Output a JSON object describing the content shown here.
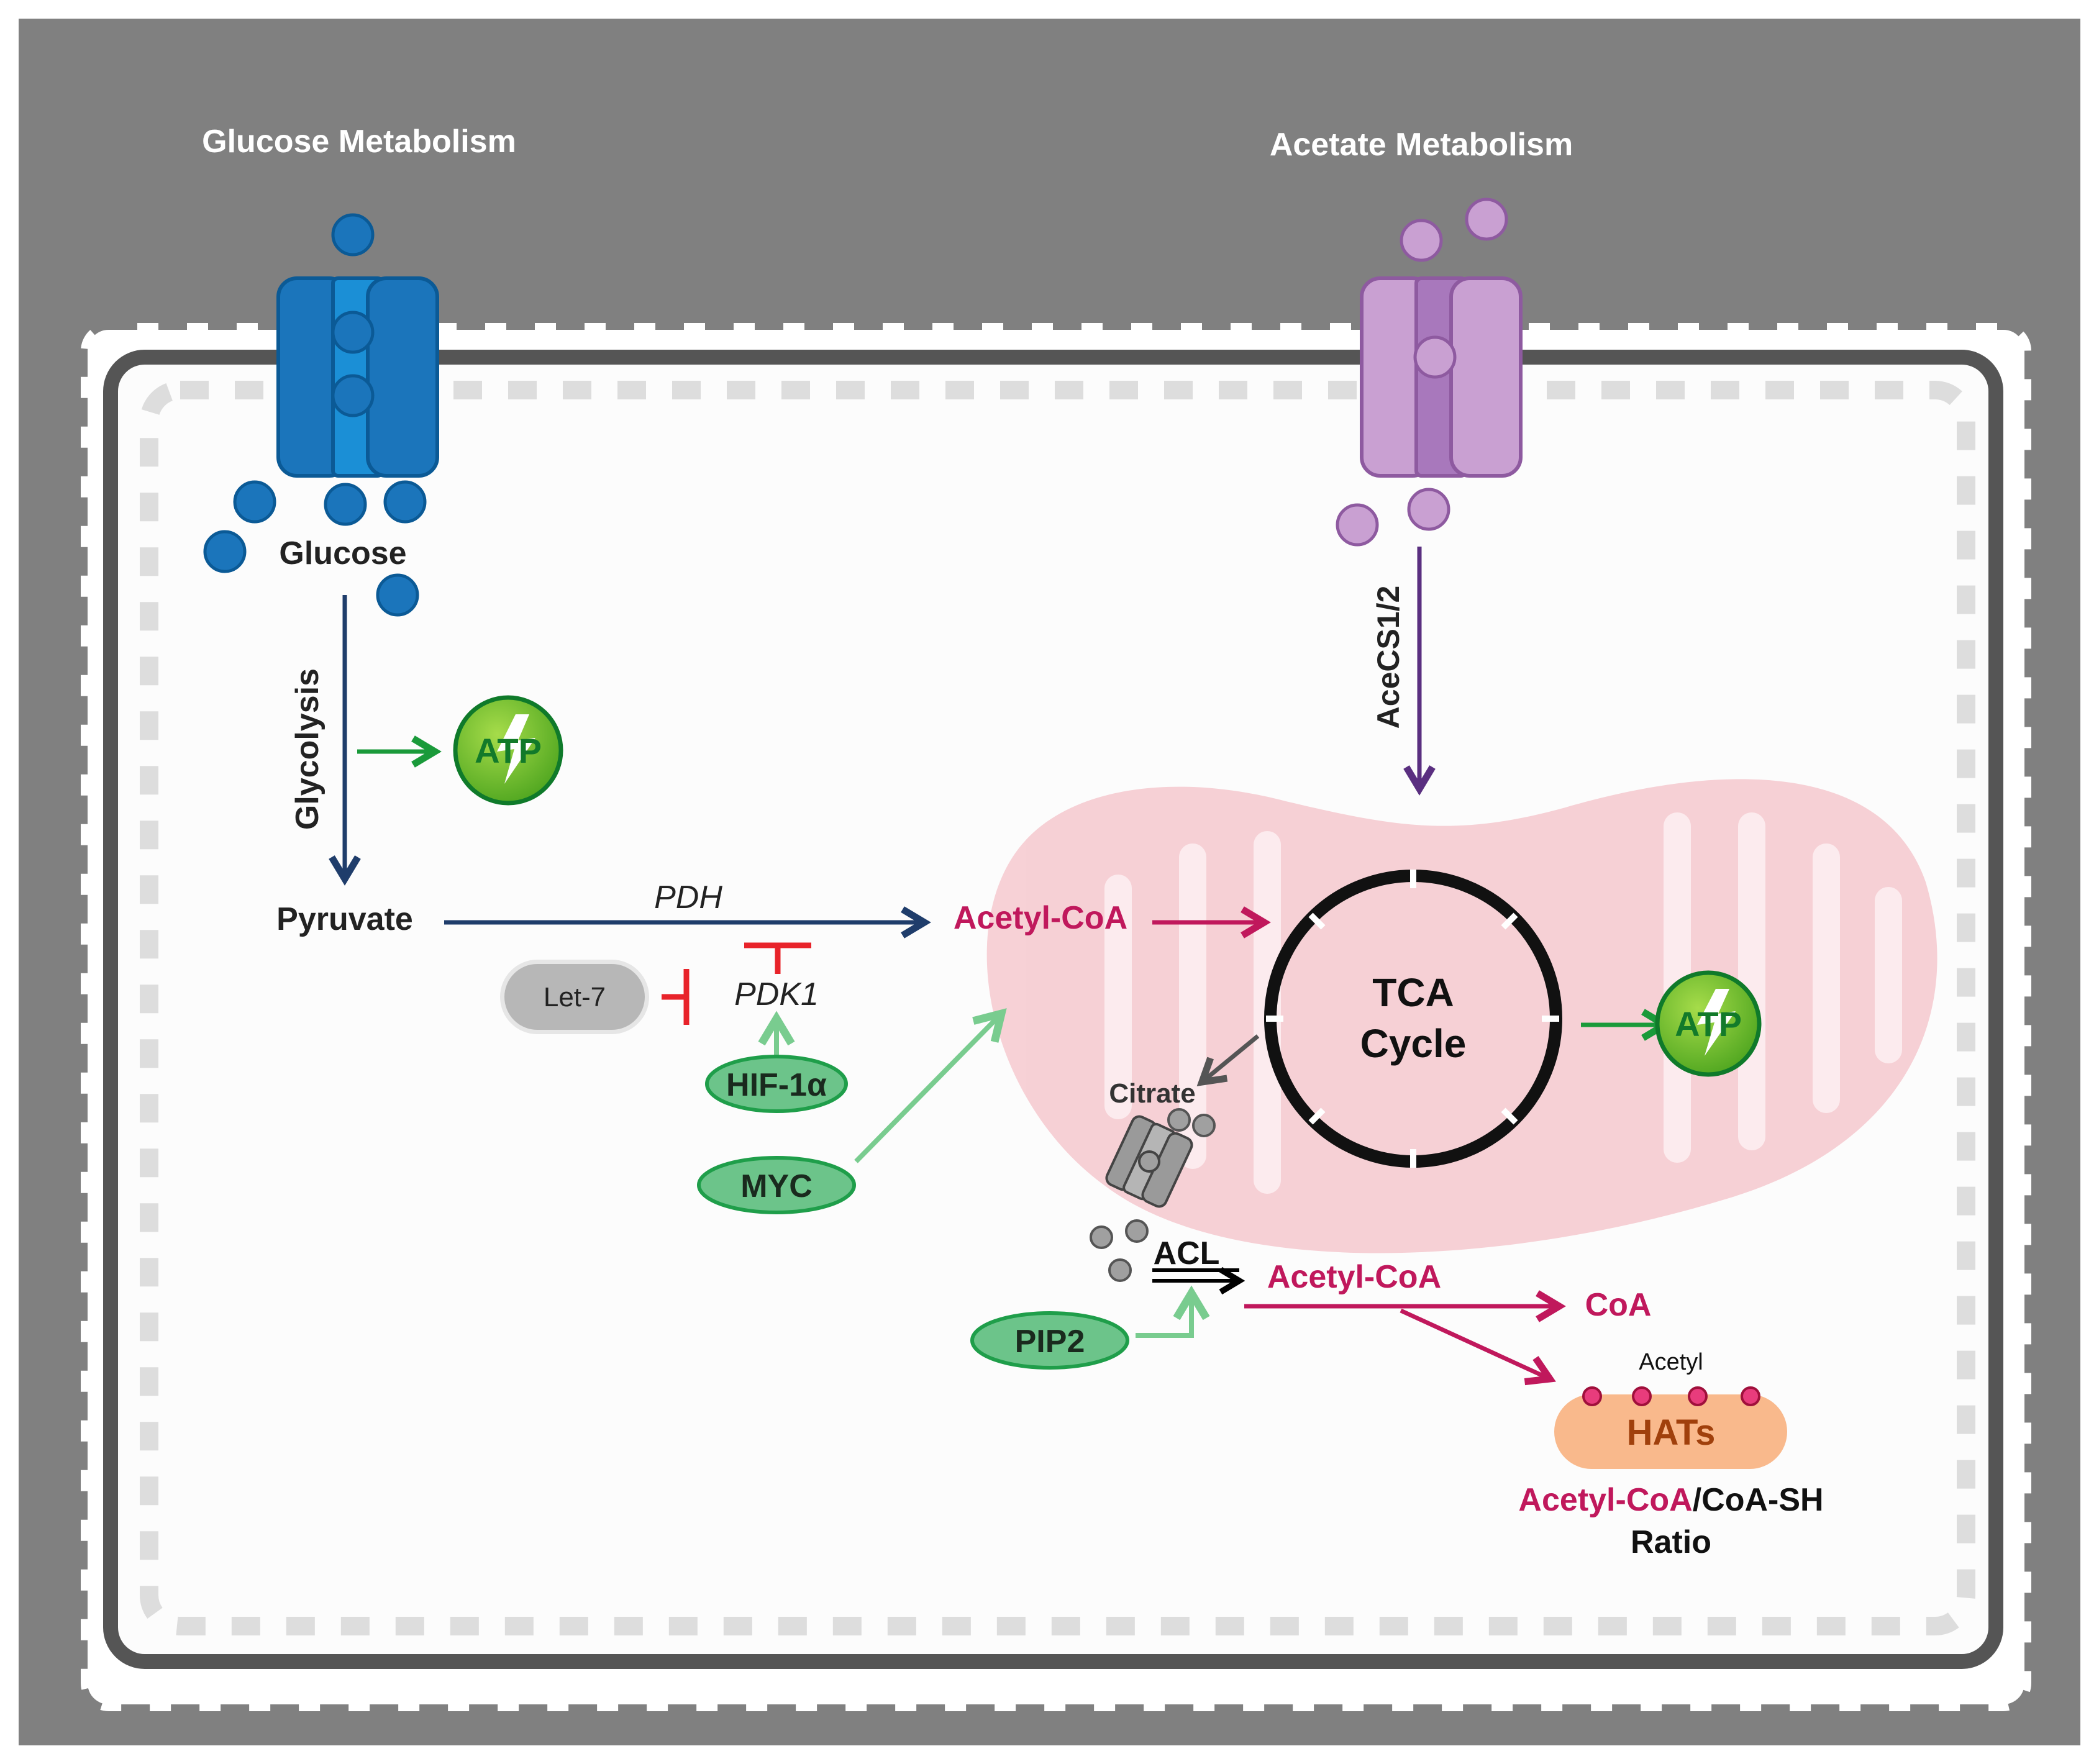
{
  "headers": {
    "glucose": "Glucose Metabolism",
    "acetate": "Acetate Metabolism"
  },
  "labels": {
    "glucose": "Glucose",
    "glycolysis": "Glycolysis",
    "atp1": "ATP",
    "atp2": "ATP",
    "pyruvate": "Pyruvate",
    "pdh": "PDH",
    "acetyl_coa_mito": "Acetyl-CoA",
    "acecs": "AceCS1/2",
    "tca_line1": "TCA",
    "tca_line2": "Cycle",
    "let7": "Let-7",
    "pdk1": "PDK1",
    "hif1a": "HIF-1α",
    "myc": "MYC",
    "citrate": "Citrate",
    "acl": "ACL",
    "acetyl_coa_cyto": "Acetyl-CoA",
    "coa": "CoA",
    "pip2": "PIP2",
    "acetyl": "Acetyl",
    "hats": "HATs",
    "ratio_part1": "Acetyl-CoA",
    "ratio_part2": "/CoA-SH",
    "ratio_line2": "Ratio"
  },
  "colors": {
    "background": "#808080",
    "cell_fill": "#fcfcfc",
    "membrane": "#555555",
    "glucose_blue": "#1b75bb",
    "glucose_dark": "#0b5a96",
    "acetate_purple": "#c9a0d2",
    "acetate_dark": "#8e5aa0",
    "navy_arrow": "#1f3d6b",
    "magenta": "#c0185c",
    "green_arrow": "#1a9a3a",
    "light_green": "#79cc8f",
    "green_node_fill": "#6cc48a",
    "green_node_stroke": "#1f9e4a",
    "inhibit_red": "#e8232a",
    "mito_pink": "#f6c9cf",
    "atp_green": "#5cb82e",
    "hats_orange": "#f9b98c",
    "hats_text": "#a0400c",
    "purple_arrow": "#5a2f80"
  }
}
